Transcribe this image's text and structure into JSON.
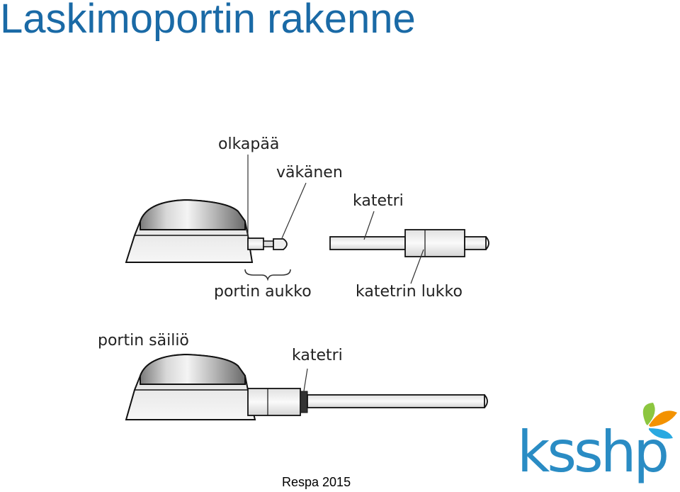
{
  "title": "Laskimoportin rakenne",
  "footer": "Respa 2015",
  "diagram": {
    "labels": {
      "shoulder": "olkapää",
      "barb": "väkänen",
      "catheter_top": "katetri",
      "port_opening": "portin aukko",
      "catheter_lock": "katetrin lukko",
      "port_reservoir": "portin säiliö",
      "catheter_bottom": "katetri"
    }
  },
  "logo": {
    "text": "ksshp",
    "colors": {
      "text": "#2a8cc4",
      "wing_green": "#8cc63f",
      "wing_orange": "#f39200",
      "wing_blue": "#29a9e1"
    }
  }
}
